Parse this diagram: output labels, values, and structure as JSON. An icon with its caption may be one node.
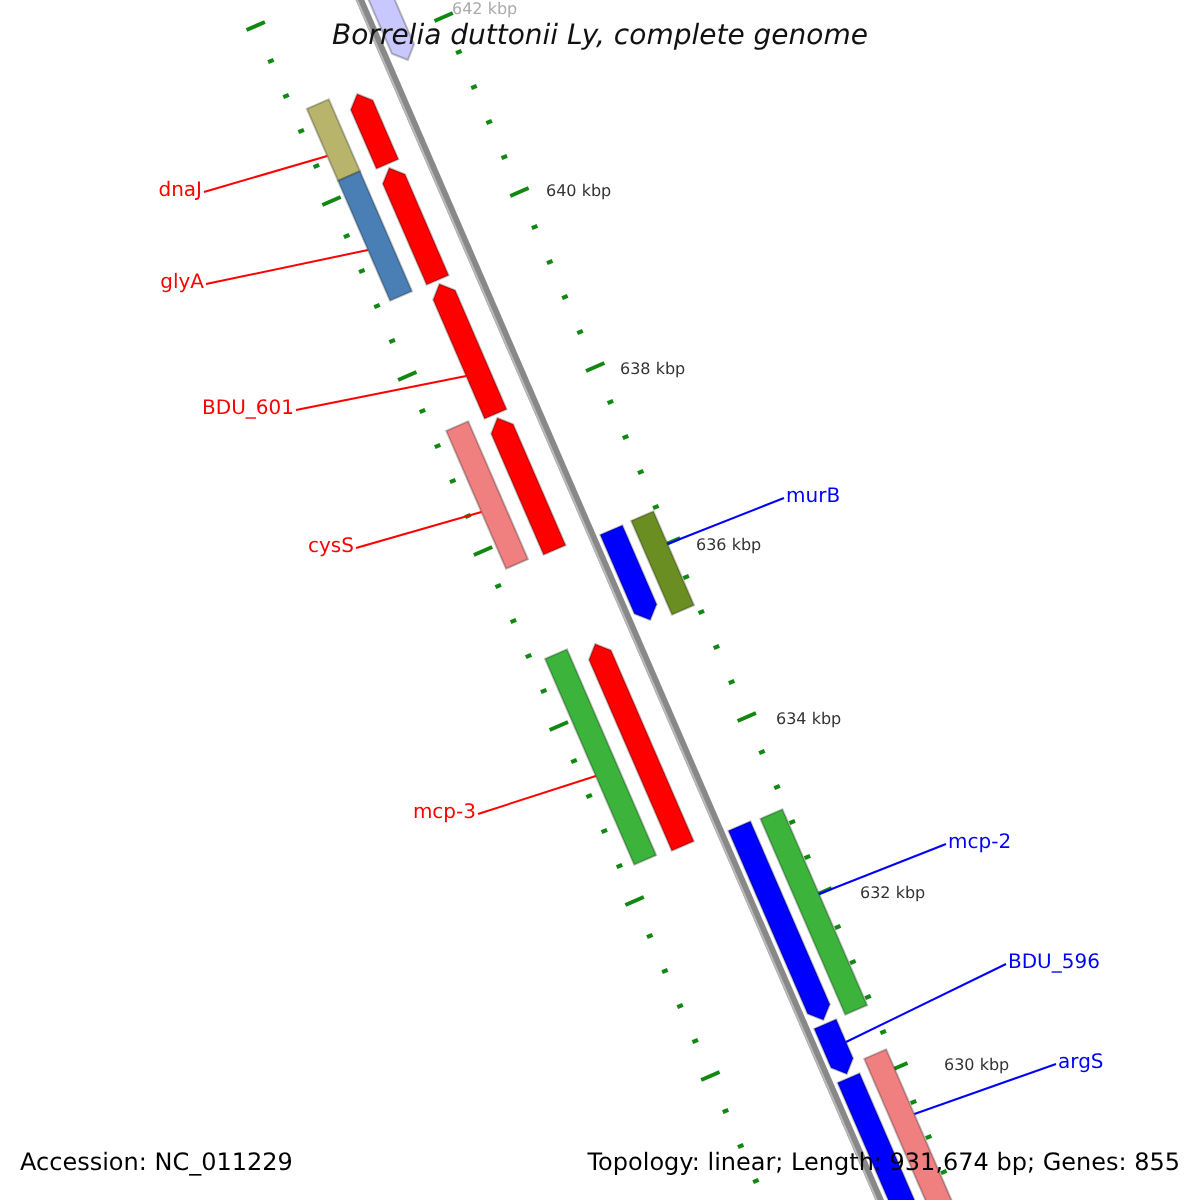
{
  "diagram": {
    "title": "Borrelia duttonii Ly, complete genome",
    "nodes": [
      {
        "text": [
          "dnaJ"
        ]
      },
      {
        "text": [],
        "shape": "bar"
      },
      {
        "text": [
          "glyA"
        ]
      },
      {
        "text": [],
        "shape": "bar"
      },
      {
        "text": [
          "BDU_601"
        ]
      },
      {
        "text": [],
        "shape": "bar"
      },
      {
        "text": [
          "cysS"
        ]
      },
      {
        "text": [],
        "shape": "bar"
      },
      {
        "text": [
          "mcp-3"
        ]
      },
      {
        "text": [],
        "shape": "bar"
      },
      {
        "text": [
          "murB"
        ]
      },
      {
        "text": [],
        "shape": "bar"
      },
      {
        "text": [
          "mcp-2"
        ]
      },
      {
        "text": [],
        "shape": "bar"
      },
      {
        "text": [
          "BDU_596"
        ]
      },
      {
        "text": [],
        "shape": "bar"
      },
      {
        "text": [
          "argS"
        ]
      },
      {
        "text": [],
        "shape": "bar"
      },
      {
        "text": [],
        "shape": "bar"
      },
      {
        "text": [],
        "shape": "bar"
      },
      {
        "text": [],
        "shape": "bar"
      },
      {
        "text": [],
        "shape": "bar"
      },
      {
        "text": [],
        "shape": "bar"
      },
      {
        "text": [],
        "shape": "bar"
      },
      {
        "text": [],
        "shape": "bar"
      },
      {
        "text": [],
        "shape": "bar"
      }
    ],
    "edges": [
      {
        "from": 0,
        "to": 1,
        "arrow": "none"
      },
      {
        "from": 2,
        "to": 3,
        "arrow": "none"
      },
      {
        "from": 4,
        "to": 5,
        "arrow": "none"
      },
      {
        "from": 6,
        "to": 7,
        "arrow": "none"
      },
      {
        "from": 8,
        "to": 9,
        "arrow": "none"
      },
      {
        "from": 10,
        "to": 11,
        "arrow": "none",
        "color": "#0000ff"
      },
      {
        "from": 12,
        "to": 13,
        "arrow": "none",
        "color": "#0000ff"
      },
      {
        "from": 14,
        "to": 15,
        "arrow": "none",
        "color": "#0000ff"
      },
      {
        "from": 16,
        "to": 17,
        "arrow": "none",
        "color": "#0000ff"
      }
    ],
    "labels": [
      "642 kbp",
      "640 kbp",
      "638 kbp",
      "636 kbp",
      "634 kbp",
      "632 kbp",
      "630 kbp",
      "Accession: NC_011229",
      "Topology: linear; Length: 931,674 bp; Genes: 855"
    ]
  }
}
